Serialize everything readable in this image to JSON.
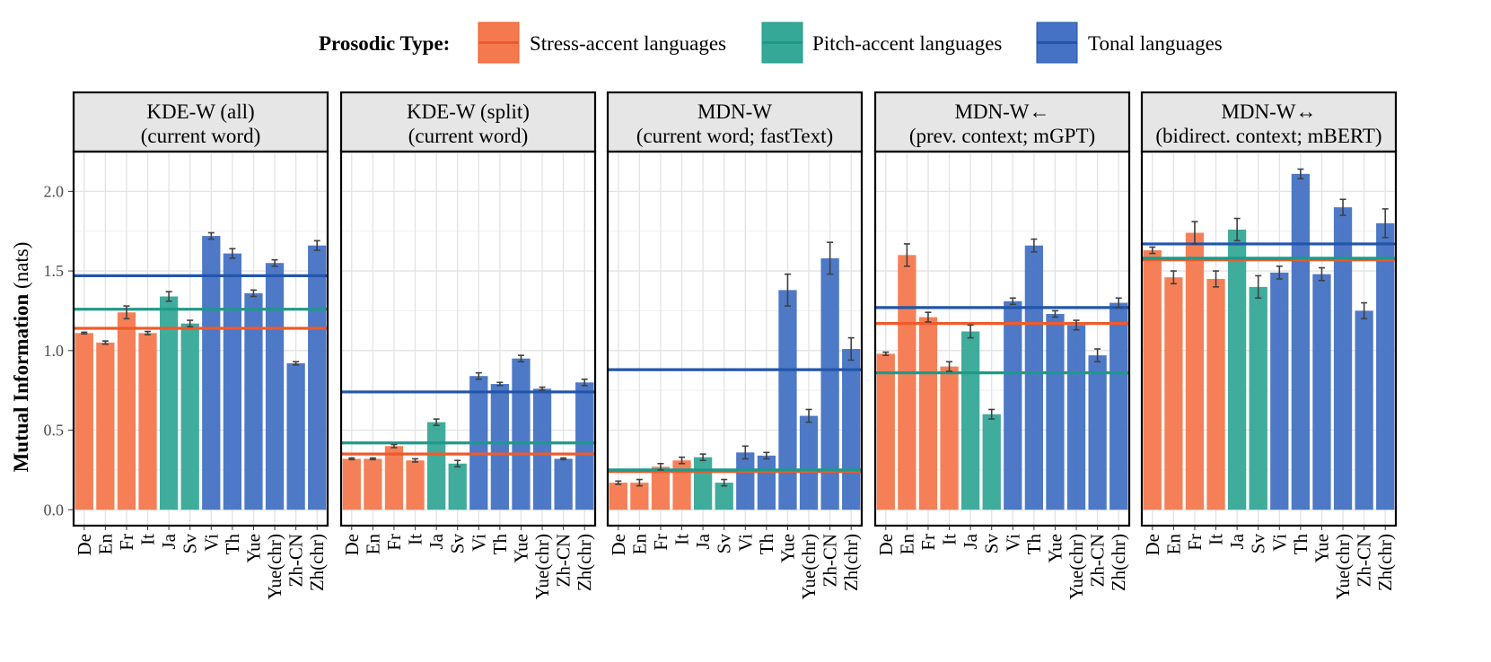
{
  "chart_data": {
    "type": "bar",
    "legend": {
      "title": "Prosodic Type:",
      "placement": "top",
      "entries": [
        {
          "key": "stress",
          "label": "Stress-accent languages",
          "color": "#F4794F"
        },
        {
          "key": "pitch",
          "label": "Pitch-accent languages",
          "color": "#36A897"
        },
        {
          "key": "tonal",
          "label": "Tonal languages",
          "color": "#4572C4"
        }
      ]
    },
    "line_colors": {
      "stress": "#F05A2A",
      "pitch": "#1E9A88",
      "tonal": "#2255AA"
    },
    "ylabel_bold": "Mutual Information",
    "ylabel_unit": " (nats)",
    "ylim": [
      -0.1,
      2.25
    ],
    "yticks": [
      0.0,
      0.5,
      1.0,
      1.5,
      2.0
    ],
    "grid": true,
    "categories": [
      "De",
      "En",
      "Fr",
      "It",
      "Ja",
      "Sv",
      "Vi",
      "Th",
      "Yue",
      "Yue(chr)",
      "Zh-CN",
      "Zh(chr)"
    ],
    "category_types": [
      "stress",
      "stress",
      "stress",
      "stress",
      "pitch",
      "pitch",
      "tonal",
      "tonal",
      "tonal",
      "tonal",
      "tonal",
      "tonal"
    ],
    "panels": [
      {
        "title_line1": "KDE-W (all)",
        "title_line2": "(current word)",
        "values": [
          1.11,
          1.05,
          1.24,
          1.11,
          1.34,
          1.17,
          1.72,
          1.61,
          1.36,
          1.55,
          0.92,
          1.66
        ],
        "errors": [
          0.005,
          0.01,
          0.04,
          0.01,
          0.03,
          0.02,
          0.02,
          0.03,
          0.02,
          0.02,
          0.01,
          0.03
        ],
        "means": {
          "stress": 1.14,
          "pitch": 1.26,
          "tonal": 1.47
        }
      },
      {
        "title_line1": "KDE-W (split)",
        "title_line2": "(current word)",
        "values": [
          0.32,
          0.32,
          0.4,
          0.31,
          0.55,
          0.29,
          0.84,
          0.79,
          0.95,
          0.76,
          0.32,
          0.8
        ],
        "errors": [
          0.005,
          0.005,
          0.01,
          0.01,
          0.02,
          0.02,
          0.02,
          0.01,
          0.02,
          0.01,
          0.005,
          0.02
        ],
        "means": {
          "stress": 0.35,
          "pitch": 0.42,
          "tonal": 0.74
        }
      },
      {
        "title_line1": "MDN-W",
        "title_line2": "(current word; fastText)",
        "values": [
          0.17,
          0.17,
          0.27,
          0.31,
          0.33,
          0.17,
          0.36,
          0.34,
          1.38,
          0.59,
          1.58,
          1.01
        ],
        "errors": [
          0.01,
          0.02,
          0.02,
          0.02,
          0.02,
          0.02,
          0.04,
          0.02,
          0.1,
          0.04,
          0.1,
          0.07
        ],
        "means": {
          "stress": 0.24,
          "pitch": 0.25,
          "tonal": 0.88
        }
      },
      {
        "title_line1": "MDN-W←",
        "title_line2": "(prev. context; mGPT)",
        "values": [
          0.98,
          1.6,
          1.21,
          0.9,
          1.12,
          0.6,
          1.31,
          1.66,
          1.23,
          1.16,
          0.97,
          1.3
        ],
        "errors": [
          0.01,
          0.07,
          0.03,
          0.03,
          0.04,
          0.03,
          0.02,
          0.04,
          0.02,
          0.03,
          0.04,
          0.03
        ],
        "means": {
          "stress": 1.17,
          "pitch": 0.86,
          "tonal": 1.27
        }
      },
      {
        "title_line1": "MDN-W↔",
        "title_line2": "(bidirect. context; mBERT)",
        "values": [
          1.63,
          1.46,
          1.74,
          1.45,
          1.76,
          1.4,
          1.49,
          2.11,
          1.48,
          1.9,
          1.25,
          1.8
        ],
        "errors": [
          0.02,
          0.04,
          0.07,
          0.05,
          0.07,
          0.07,
          0.04,
          0.03,
          0.04,
          0.05,
          0.05,
          0.09
        ],
        "means": {
          "stress": 1.57,
          "pitch": 1.58,
          "tonal": 1.67
        }
      }
    ]
  }
}
